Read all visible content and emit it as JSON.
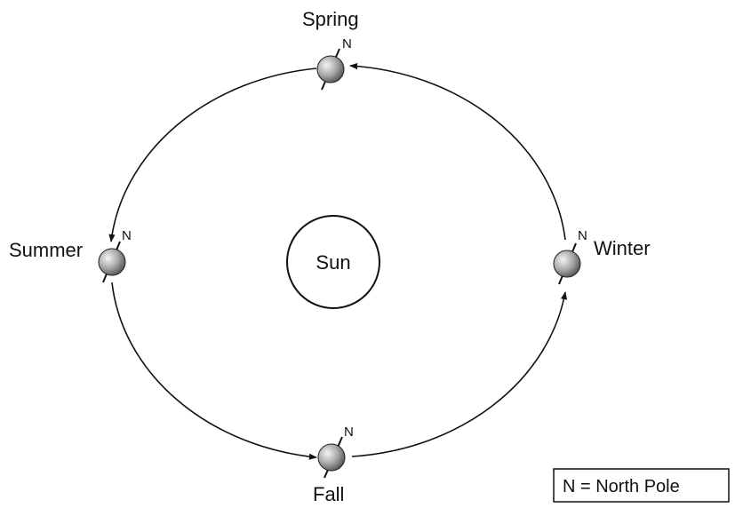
{
  "seasons": {
    "spring": "Spring",
    "summer": "Summer",
    "fall": "Fall",
    "winter": "Winter"
  },
  "pole_marker": "N",
  "sun": "Sun",
  "legend": "N = North Pole"
}
